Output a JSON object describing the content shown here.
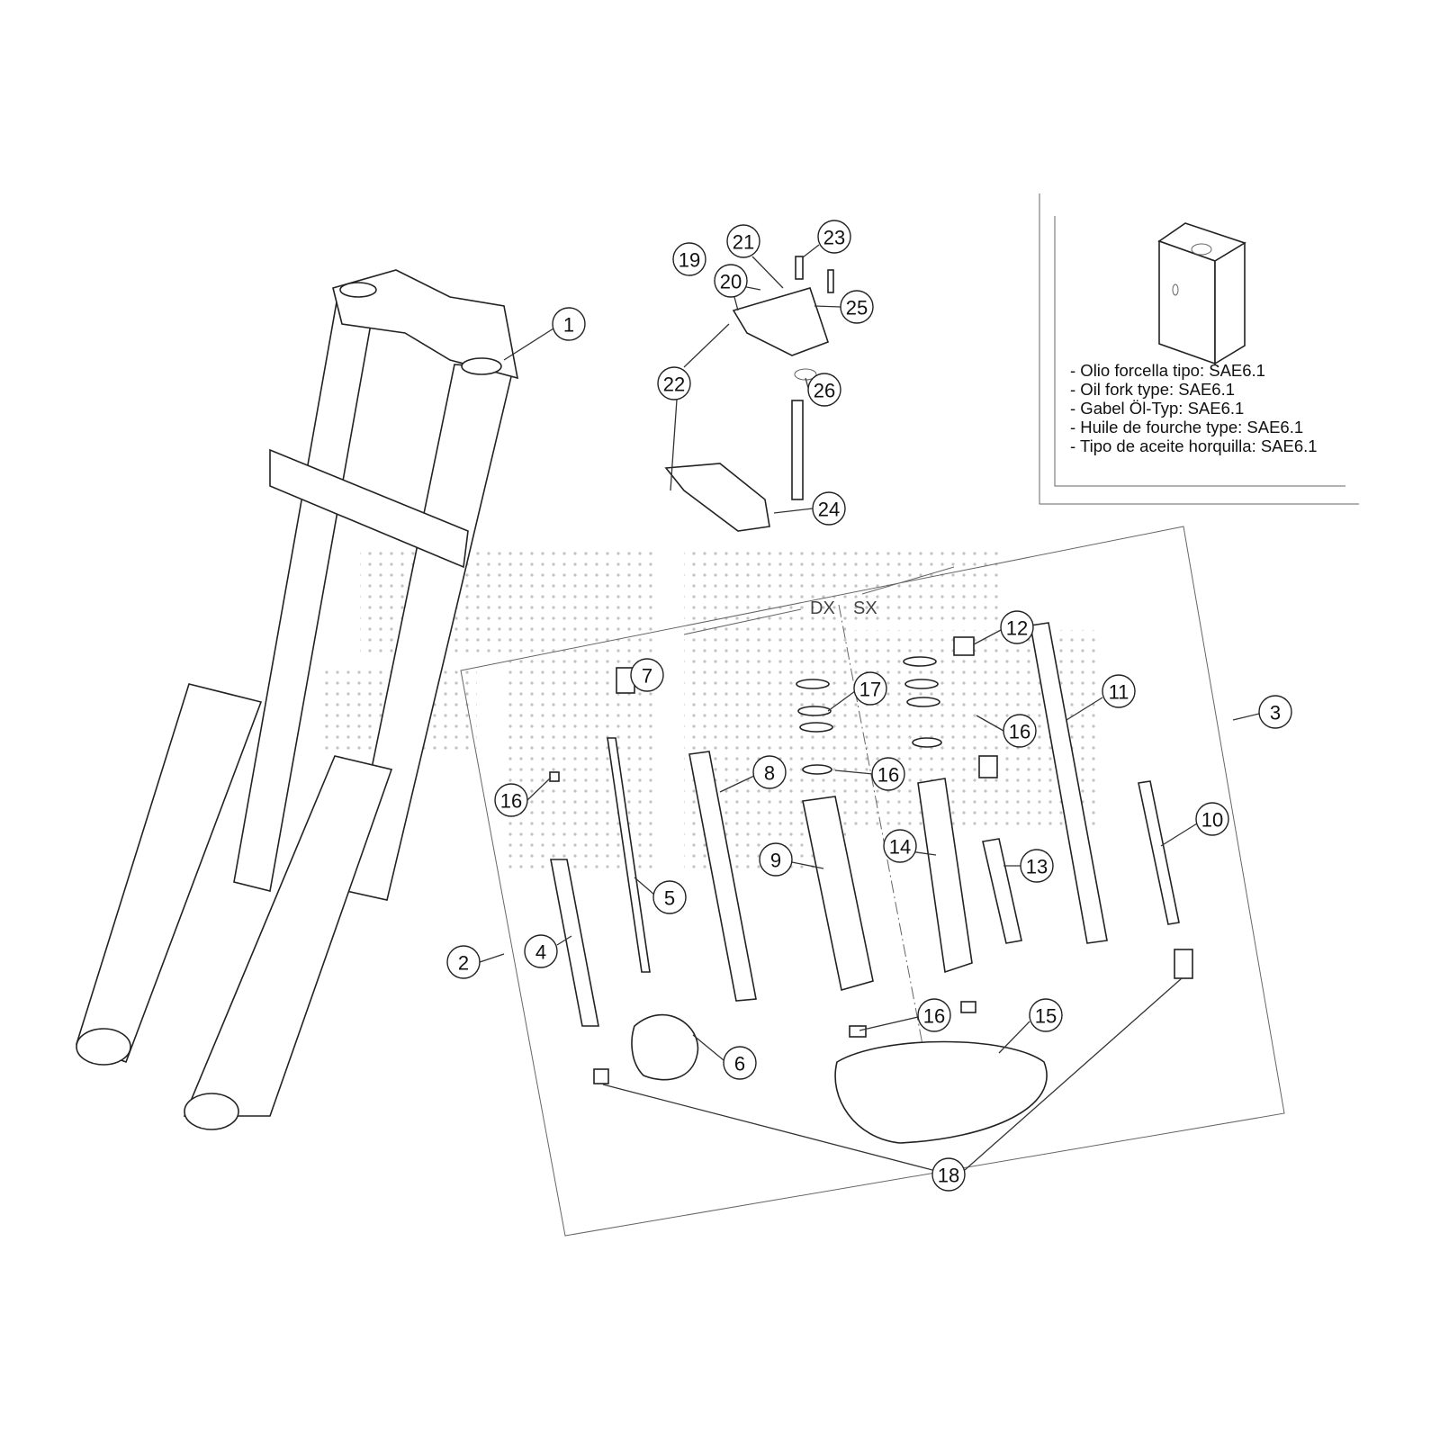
{
  "note": {
    "lines": [
      "- Olio forcella tipo: SAE6.1",
      "- Oil fork type: SAE6.1",
      "- Gabel Öl-Typ: SAE6.1",
      "- Huile de fourche type: SAE6.1",
      "- Tipo de aceite horquilla: SAE6.1"
    ]
  },
  "side_labels": {
    "right": "DX",
    "left": "SX"
  },
  "callouts": [
    "1",
    "19",
    "21",
    "23",
    "20",
    "25",
    "22",
    "26",
    "24",
    "12",
    "7",
    "17",
    "11",
    "3",
    "16",
    "16",
    "8",
    "16",
    "10",
    "14",
    "9",
    "13",
    "5",
    "2",
    "4",
    "16",
    "15",
    "6",
    "18"
  ]
}
